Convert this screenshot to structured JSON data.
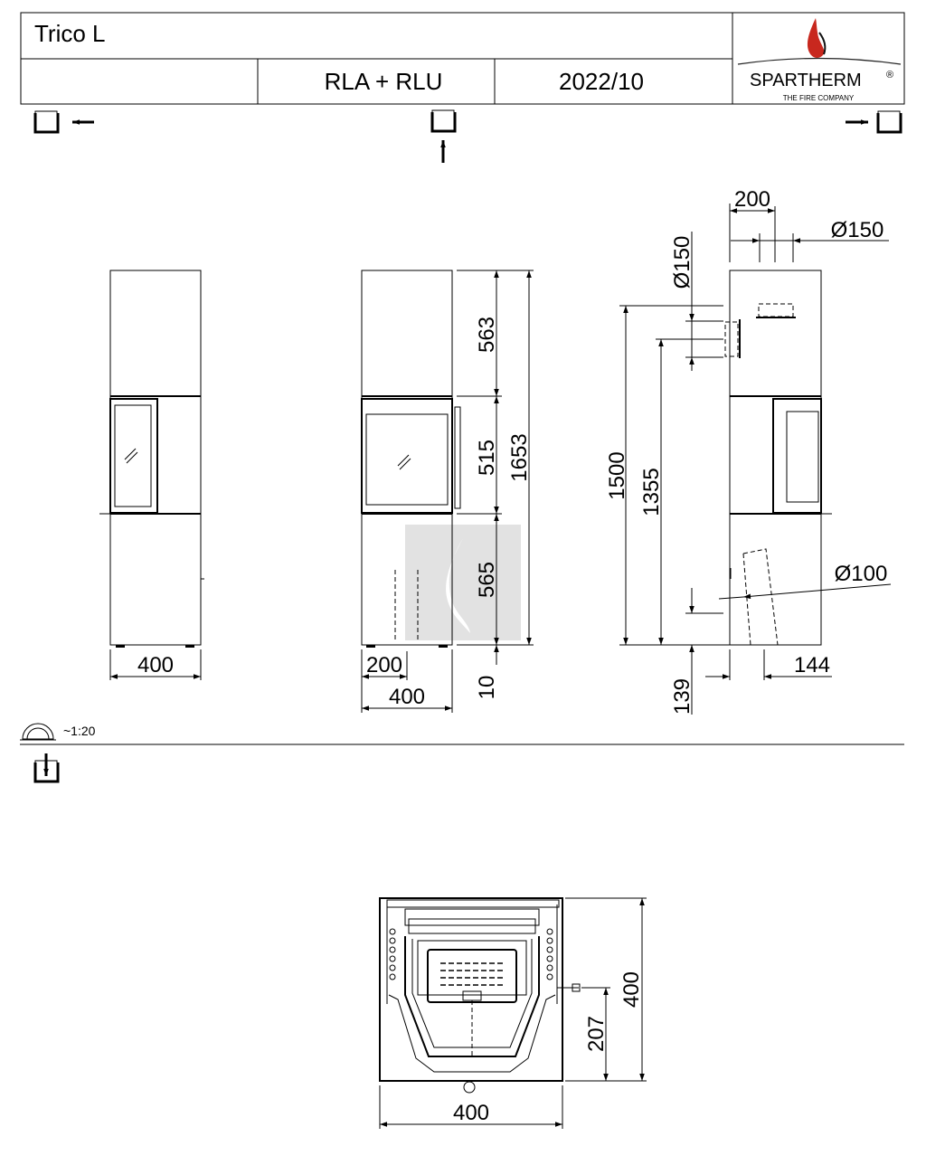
{
  "header": {
    "title": "Trico L",
    "variant": "RLA + RLU",
    "date": "2022/10",
    "brand": "SPARTHERM",
    "brand_mark": "®",
    "tagline": "THE FIRE COMPANY",
    "flame_color": "#c8281e"
  },
  "views": {
    "left_view_icon": "view-left-icon",
    "front_view_icon": "view-front-icon",
    "right_view_icon": "view-right-icon",
    "plan_view_icon": "view-top-icon"
  },
  "front_view_1": {
    "width": "400"
  },
  "front_view_2": {
    "width": "400",
    "half_width": "200",
    "top_section": "563",
    "door_section": "515",
    "bottom_section": "565",
    "feet": "10",
    "total_height": "1653"
  },
  "side_view": {
    "top_outlet_offset": "200",
    "top_outlet_diameter": "Ø150",
    "rear_outlet_diameter": "Ø150",
    "height_1500": "1500",
    "height_1355": "1355",
    "air_inlet_diameter": "Ø100",
    "air_inlet_height": "139",
    "air_inlet_offset": "144"
  },
  "scale": {
    "label": "~1:20"
  },
  "plan_view": {
    "width": "400",
    "depth": "400",
    "connection_depth": "207"
  }
}
